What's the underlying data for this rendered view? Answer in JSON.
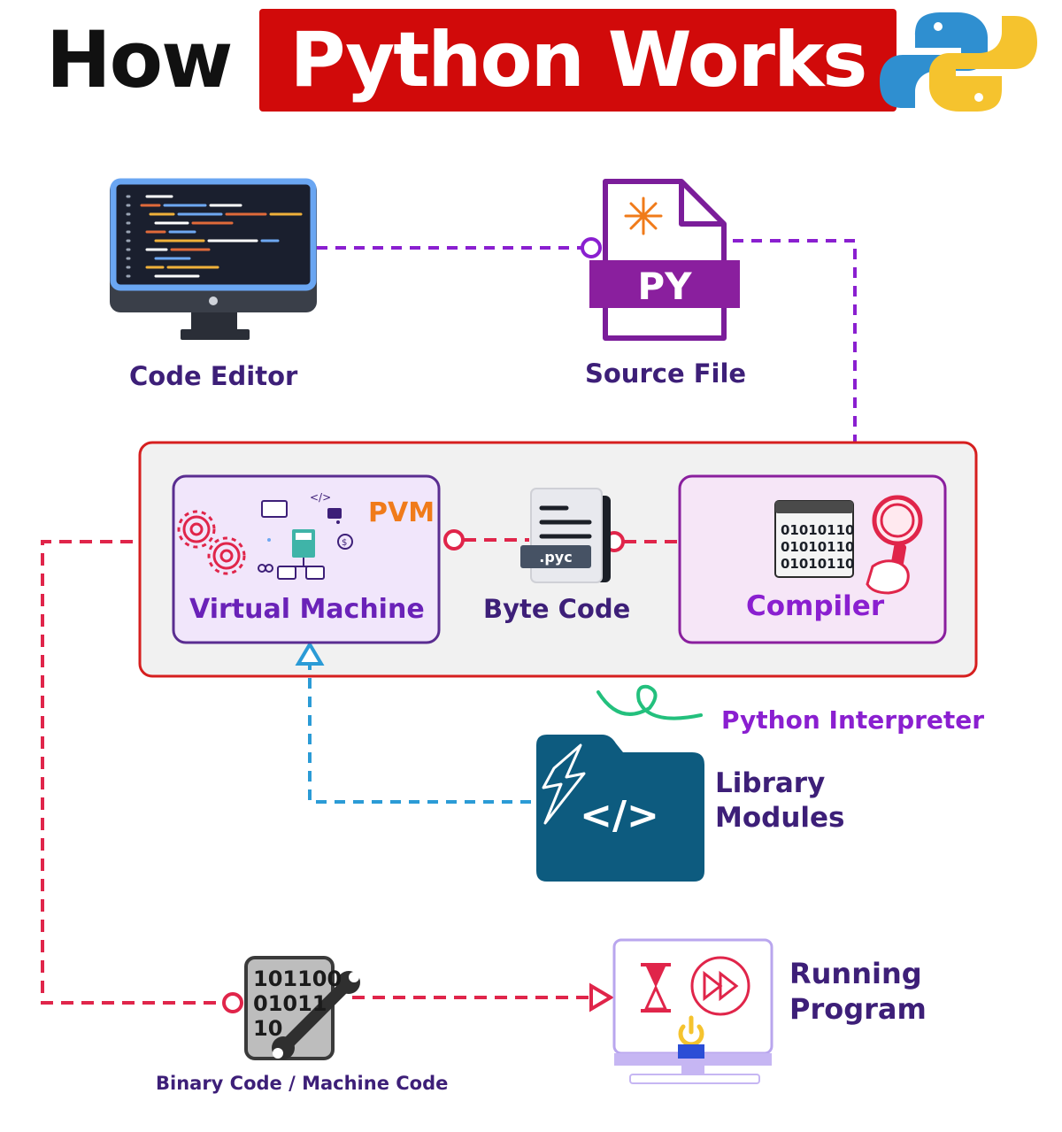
{
  "title": {
    "prefix": "How",
    "main": "Python Works"
  },
  "nodes": {
    "code_editor": "Code Editor",
    "source_file": "Source File",
    "source_badge": "PY",
    "virtual_machine": "Virtual Machine",
    "pvm": "PVM",
    "byte_code": "Byte Code",
    "pyc": ".pyc",
    "compiler": "Compiler",
    "binary_lines": [
      "01010110",
      "01010110",
      "01010110"
    ],
    "interpreter": "Python Interpreter",
    "library_line1": "Library",
    "library_line2": "Modules",
    "machine_code_lines": [
      "101100",
      "01011",
      "10"
    ],
    "machine_code": "Binary Code / Machine Code",
    "running_line1": "Running",
    "running_line2": "Program"
  },
  "colors": {
    "title_red": "#d10a0a",
    "purple": "#8a1fd0",
    "dark_purple": "#3d1f78",
    "red_dash": "#e0254a",
    "blue_dash": "#2b9bd6",
    "library_blue": "#0d5b7f",
    "pvm_orange": "#f07b1a",
    "python_blue": "#2f8fd0",
    "python_yellow": "#f5c32e"
  }
}
